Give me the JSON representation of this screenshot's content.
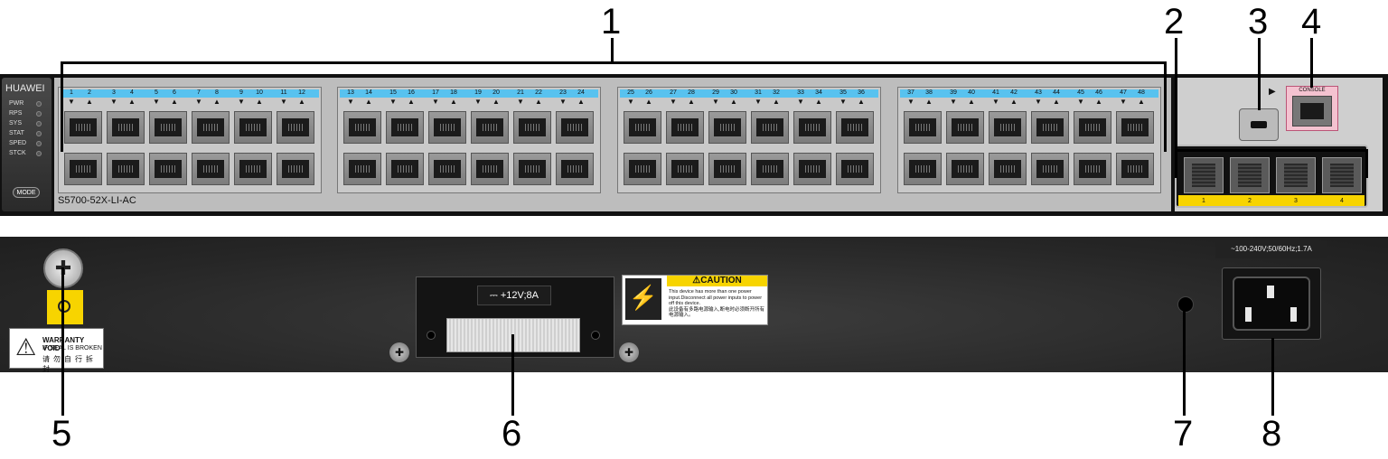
{
  "callouts": [
    "1",
    "2",
    "3",
    "4",
    "5",
    "6",
    "7",
    "8"
  ],
  "front_panel": {
    "brand": "HUAWEI",
    "leds": [
      "PWR",
      "RPS",
      "SYS",
      "STAT",
      "SPED",
      "STCK"
    ],
    "mode_button": "MODE",
    "model": "S5700-52X-LI-AC",
    "port_groups": [
      {
        "numbers": [
          "1",
          "2",
          "3",
          "4",
          "5",
          "6",
          "7",
          "8",
          "9",
          "10",
          "11",
          "12"
        ]
      },
      {
        "numbers": [
          "13",
          "14",
          "15",
          "16",
          "17",
          "18",
          "19",
          "20",
          "21",
          "22",
          "23",
          "24"
        ]
      },
      {
        "numbers": [
          "25",
          "26",
          "27",
          "28",
          "29",
          "30",
          "31",
          "32",
          "33",
          "34",
          "35",
          "36"
        ]
      },
      {
        "numbers": [
          "37",
          "38",
          "39",
          "40",
          "41",
          "42",
          "43",
          "44",
          "45",
          "46",
          "47",
          "48"
        ]
      }
    ],
    "console_label": "CONSOLE",
    "sfp_numbers": [
      "1",
      "2",
      "3",
      "4"
    ]
  },
  "rear_panel": {
    "rps_rating": "⎓ +12V;8A",
    "caution_title": "⚠CAUTION",
    "caution_text": "This device has more than one power input.Disconnect all power inputs to power off this device.",
    "caution_text_cn": "此设备有多路电源输入,断电时必须断开所有电源输入。",
    "warranty_line1": "WARRANTY VOID",
    "warranty_line2": "IF SEAL IS BROKEN",
    "warranty_line3": "请勿自行拆封",
    "ac_rating": "~100-240V;50/60Hz;1.7A"
  },
  "colors": {
    "port_strip": "#58c2ef",
    "sfp_strip": "#f7d400",
    "console_frame": "#f4c2d0"
  }
}
